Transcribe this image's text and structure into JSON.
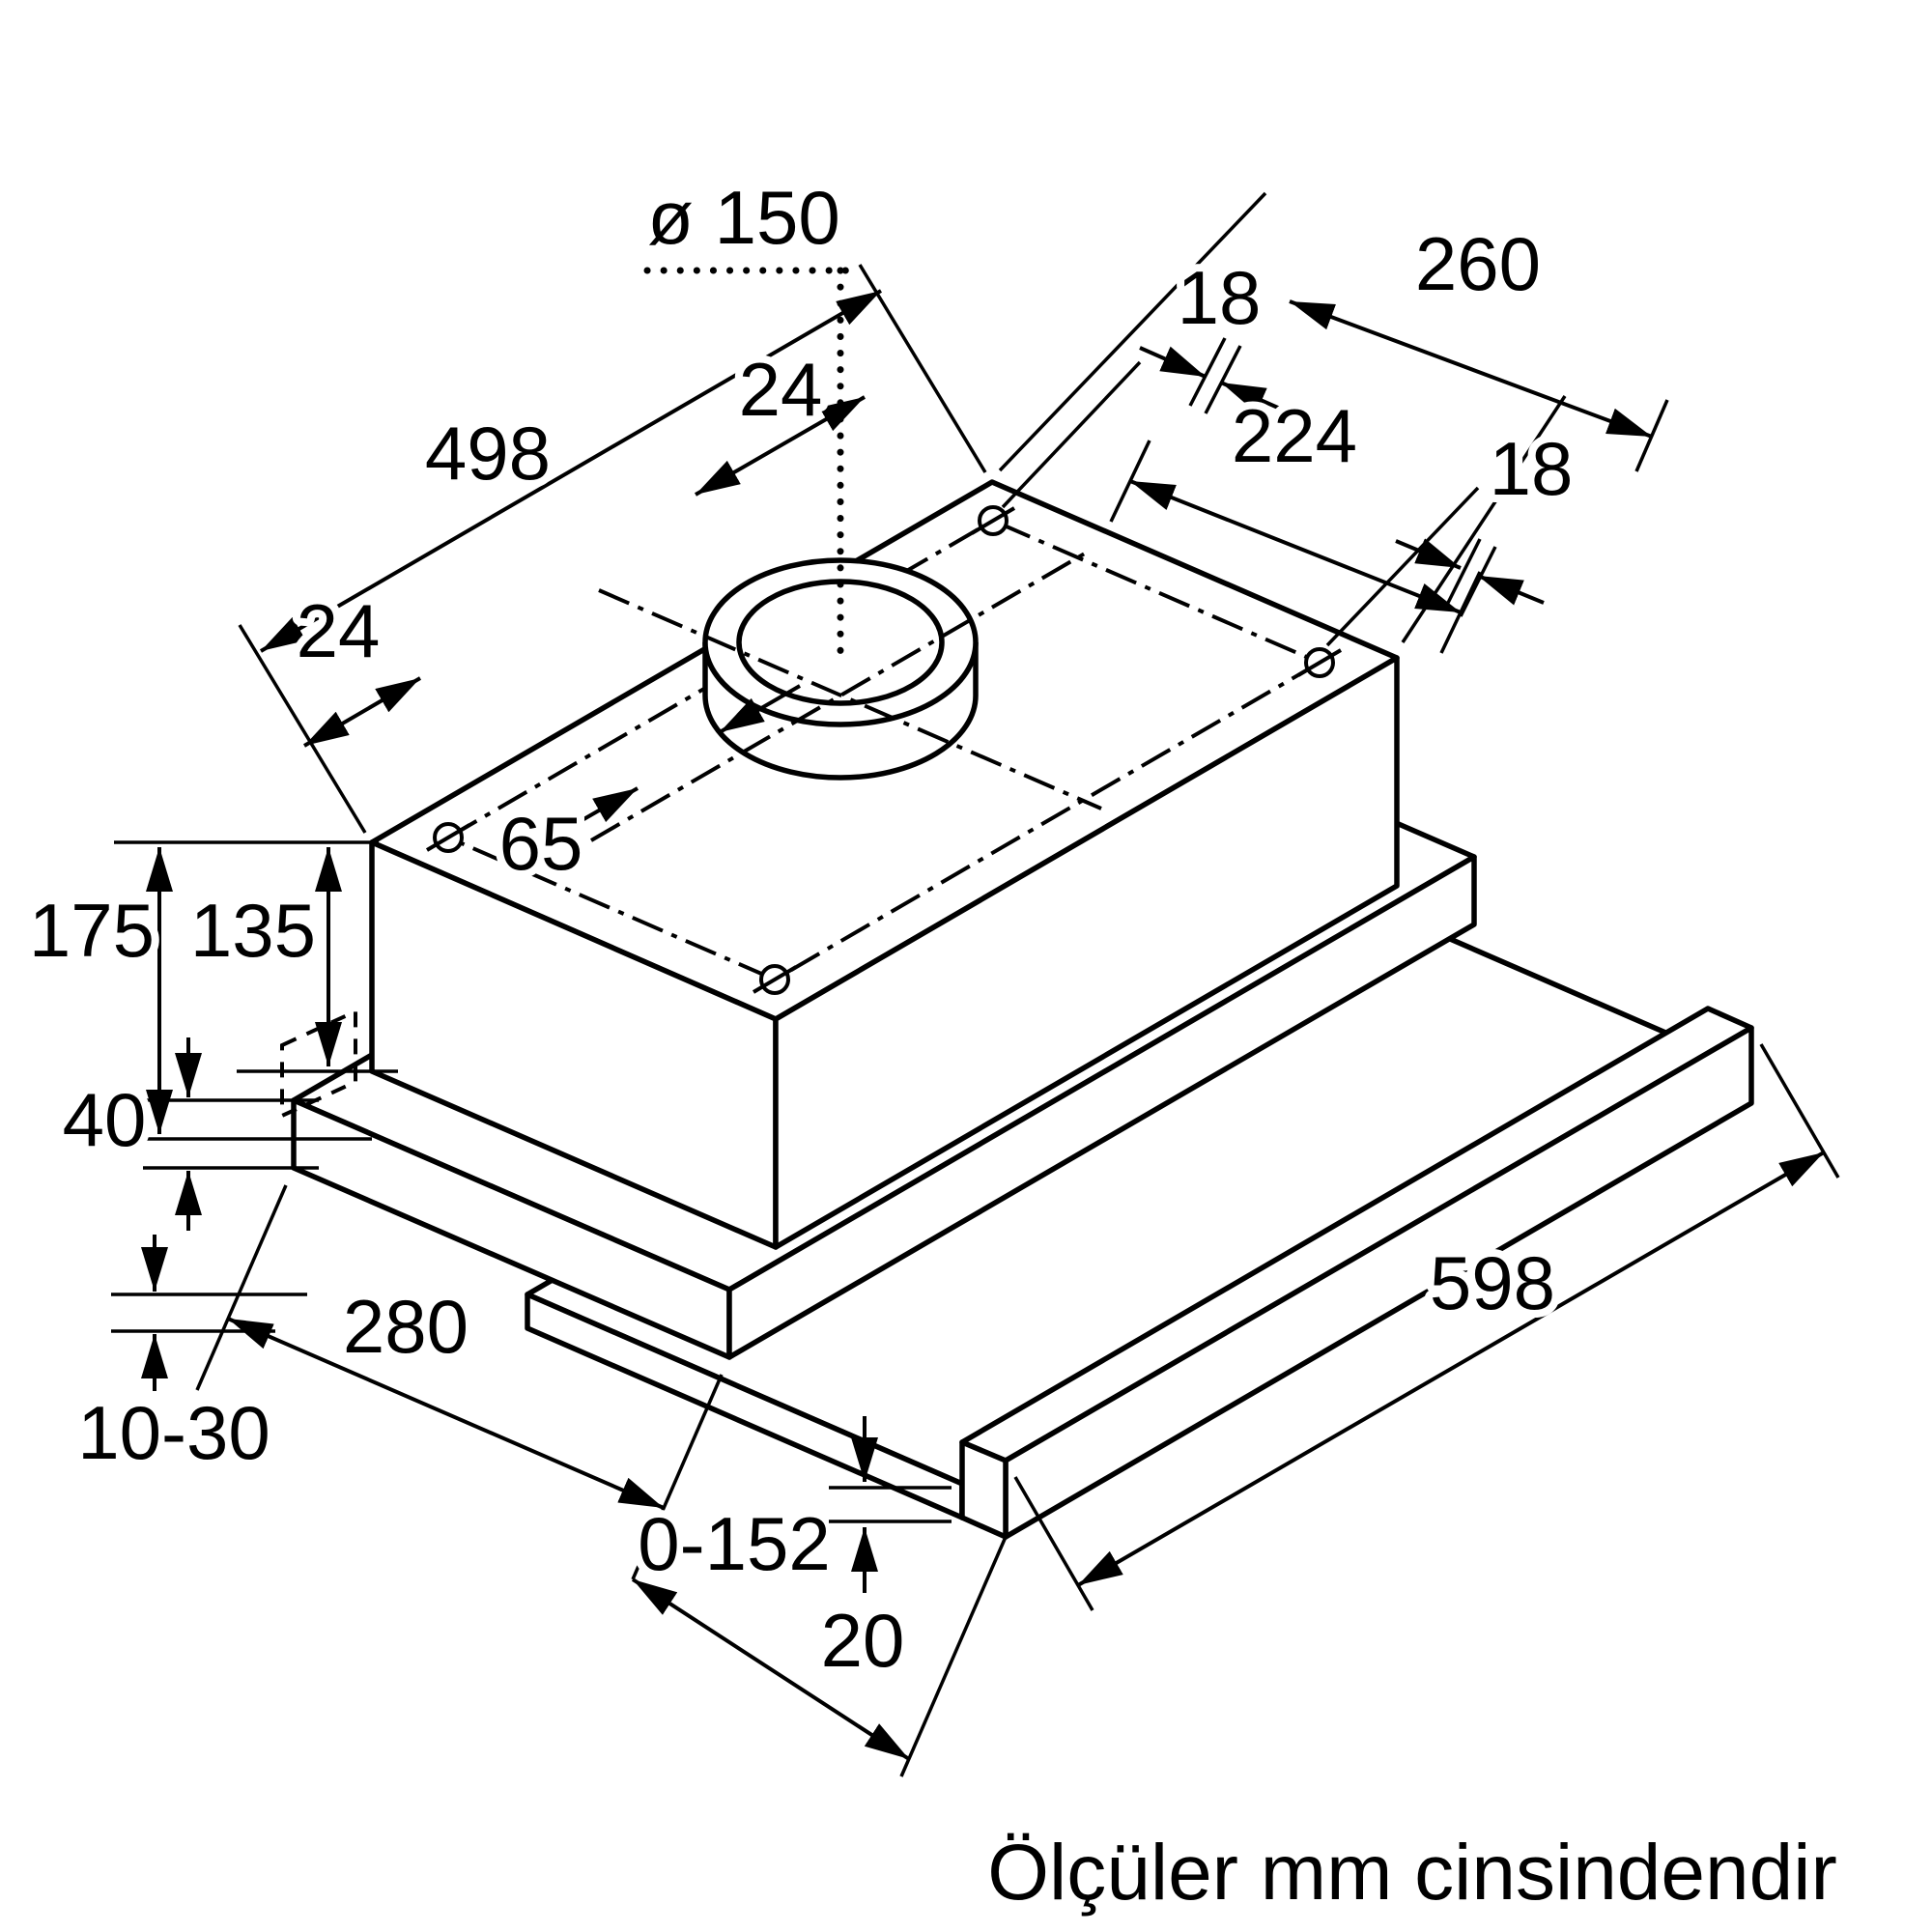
{
  "diagram": {
    "caption": "Ölçüler mm cinsindendir",
    "unit": "mm",
    "labels": {
      "duct_diameter": "ø 150",
      "width_top": "498",
      "offset_top": "24",
      "offset_left": "24",
      "duct_offset": "65",
      "rear_left": "18",
      "depth_top": "260",
      "hole_spacing": "224",
      "rear_right": "18",
      "height_total": "175",
      "height_body": "135",
      "height_base": "40",
      "gap_range": "10-30",
      "depth_base": "280",
      "pullout_range": "0-152",
      "panel_thickness": "20",
      "width_front": "598"
    },
    "colors": {
      "line": "#000000",
      "background": "#ffffff"
    }
  }
}
